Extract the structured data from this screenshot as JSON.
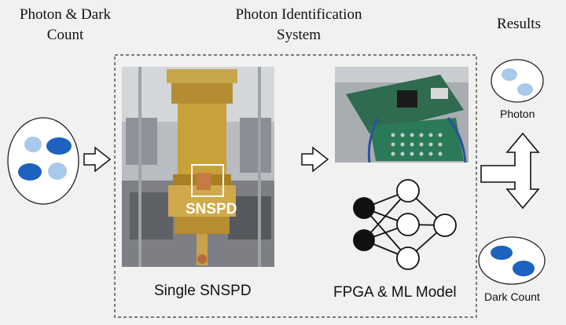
{
  "headings": {
    "input": "Photon & Dark Count",
    "system": "Photon Identification System",
    "results": "Results"
  },
  "labels": {
    "snspd_tag": "SNSPD",
    "single_snspd": "Single SNSPD",
    "fpga_ml": "FPGA & ML Model",
    "photon": "Photon",
    "dark_count": "Dark Count"
  },
  "colors": {
    "photon_light": "#a9c9ea",
    "dark_blue": "#1d62bf",
    "node_black": "#111111",
    "node_white": "#ffffff",
    "frame_dash": "#333333"
  },
  "icons": [
    "right-arrow-icon",
    "right-arrow-icon",
    "branching-double-arrow-icon",
    "neural-network-icon"
  ]
}
